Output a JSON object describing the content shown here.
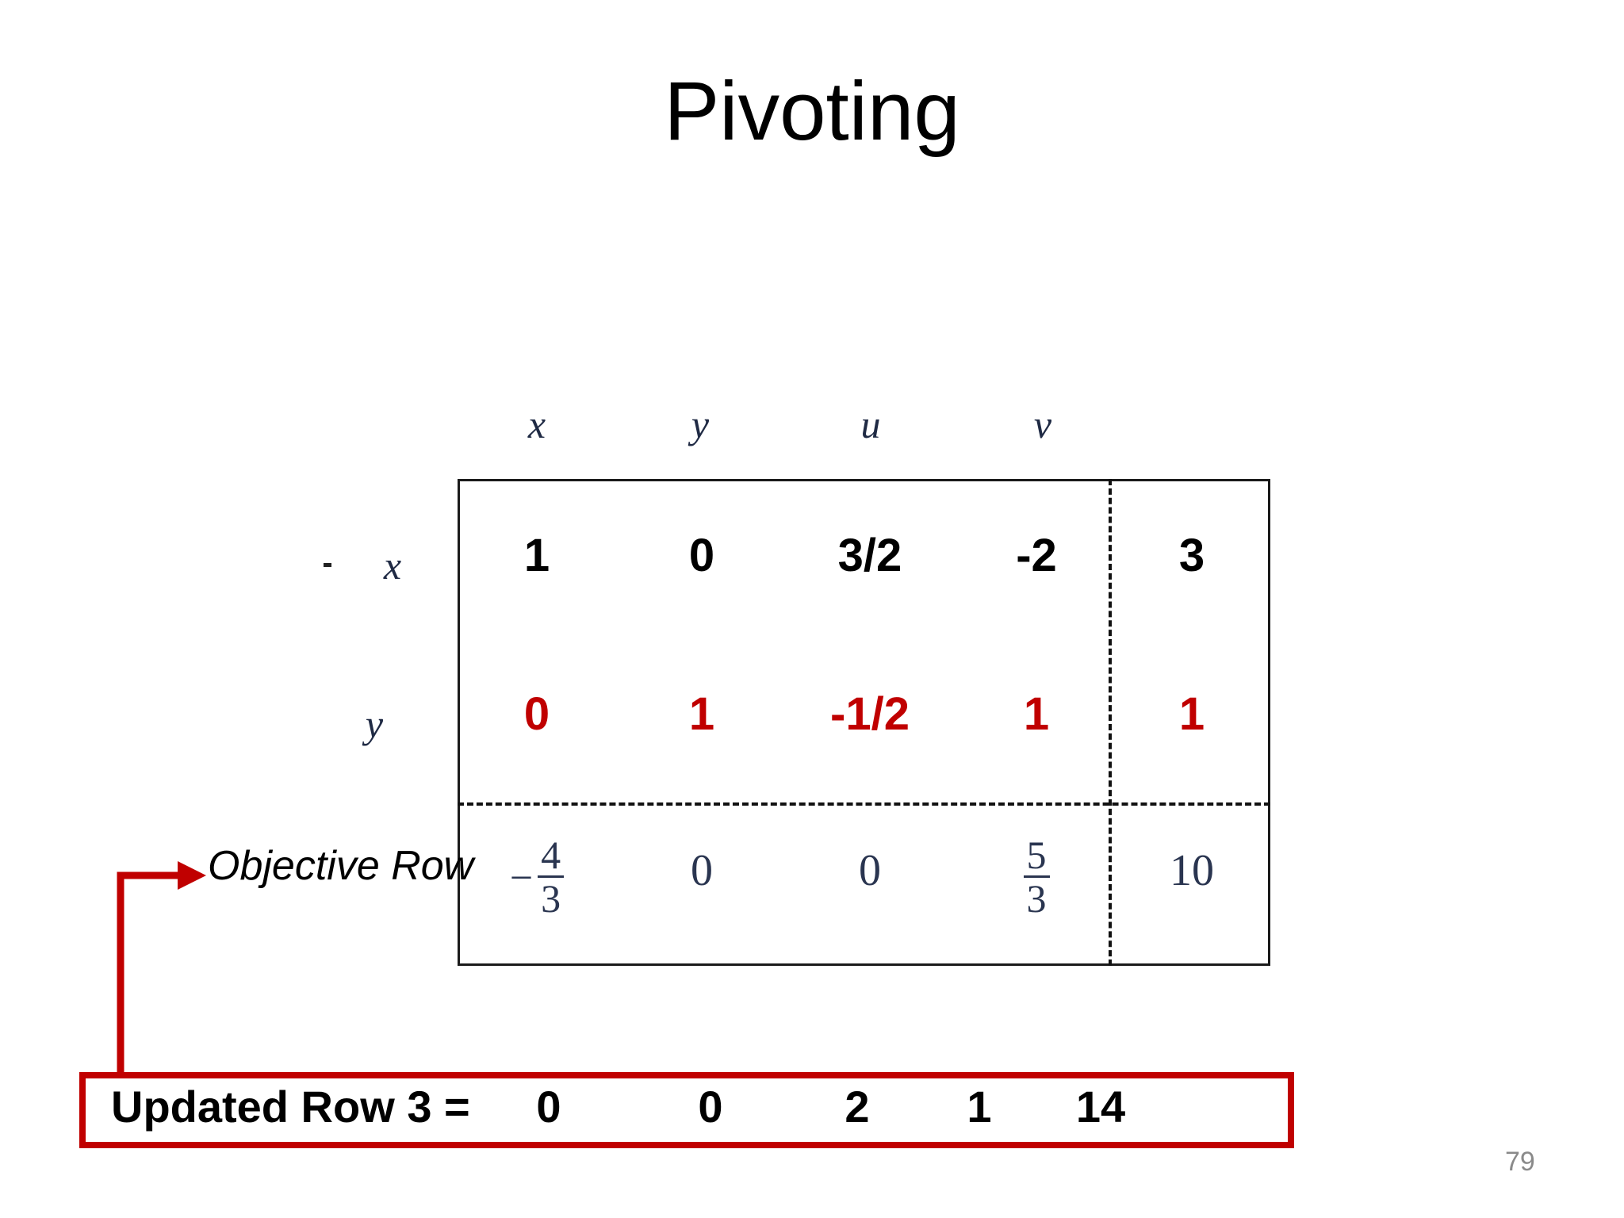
{
  "slide": {
    "title": "Pivoting",
    "page_number": "79",
    "accent_red": "#C00000",
    "text_black": "#000000",
    "serif_navy": "#2a3550"
  },
  "tableau": {
    "column_headers": [
      "x",
      "y",
      "u",
      "v"
    ],
    "row_labels": [
      "x",
      "y"
    ],
    "rows": [
      {
        "label": "x",
        "color": "#000000",
        "cells": [
          "1",
          "0",
          "3/2",
          "-2"
        ],
        "rhs": "3"
      },
      {
        "label": "y",
        "color": "#C00000",
        "cells": [
          "0",
          "1",
          "-1/2",
          "1"
        ],
        "rhs": "1"
      },
      {
        "label": "Objective Row",
        "color": "#2a3550",
        "cells": [
          "-4/3",
          "0",
          "0",
          "5/3"
        ],
        "rhs": "10",
        "fractions": {
          "c1": {
            "sign": "−",
            "numerator": "4",
            "denominator": "3"
          },
          "c4": {
            "sign": "",
            "numerator": "5",
            "denominator": "3"
          }
        }
      }
    ]
  },
  "annotation": {
    "objective_row_label": "Objective Row"
  },
  "updated_row": {
    "label": "Updated Row 3 =",
    "values": [
      "0",
      "0",
      "2",
      "1",
      "14"
    ]
  }
}
